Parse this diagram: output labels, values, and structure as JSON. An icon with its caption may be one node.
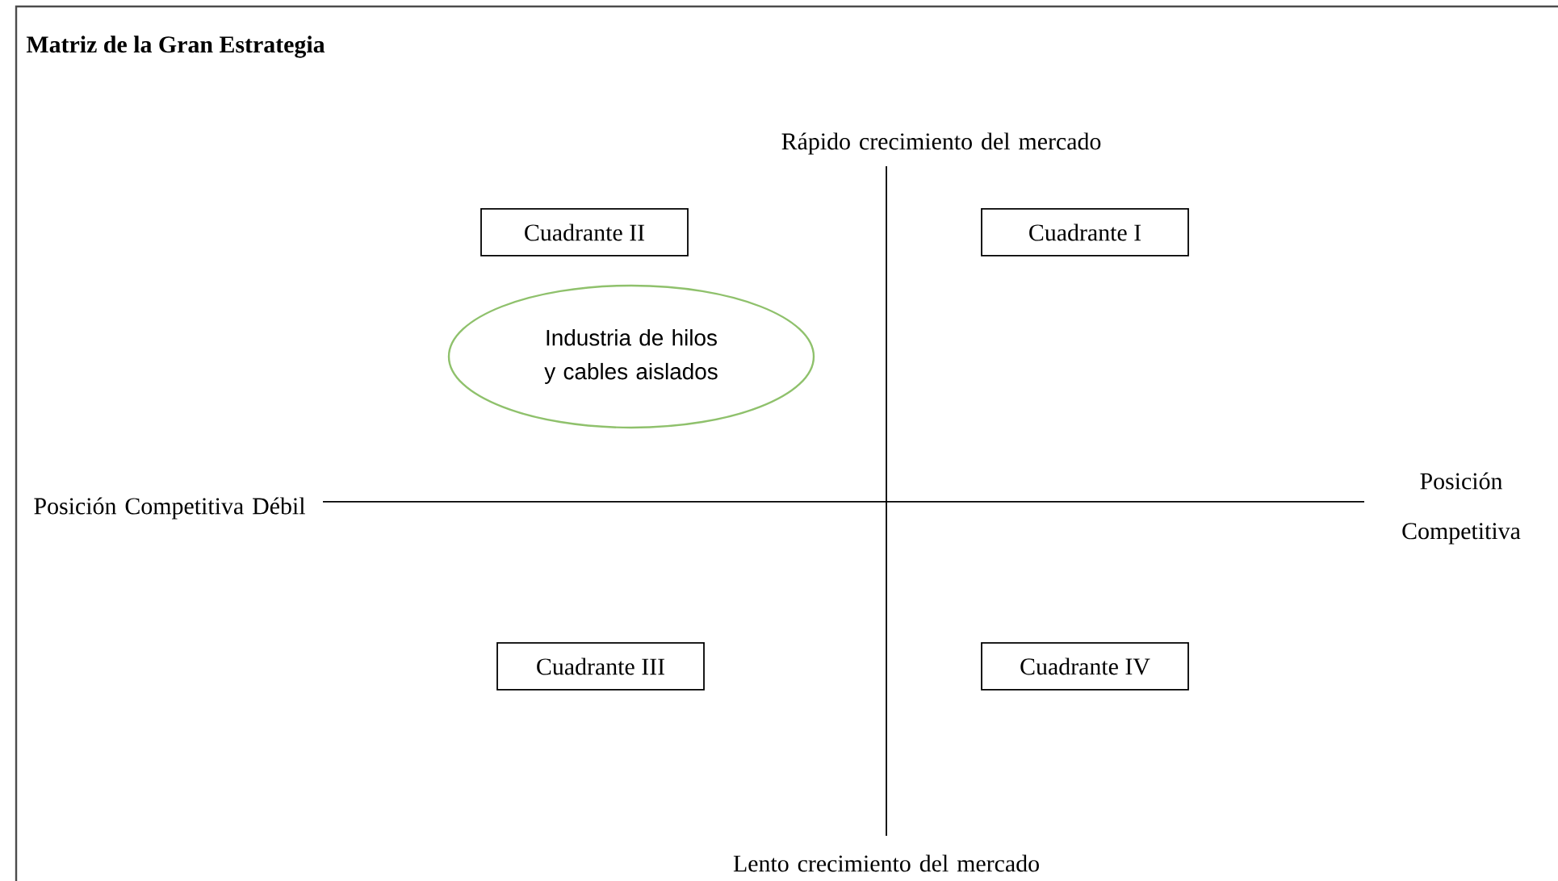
{
  "diagram": {
    "title": "Matriz de la Gran Estrategia",
    "nodes": [
      {
        "text": [
          "Cuadrante II"
        ]
      },
      {
        "text": [
          "Cuadrante I"
        ]
      },
      {
        "text": [
          "Industria de hilos y cables aislados"
        ]
      },
      {
        "text": [
          "Cuadrante III"
        ]
      },
      {
        "text": [
          "Cuadrante IV"
        ]
      }
    ],
    "labels": [
      "Rápido crecimiento del mercado",
      "Posición Competitiva Débil",
      "Posición Competitiva",
      "Lento crecimiento del mercado"
    ]
  }
}
